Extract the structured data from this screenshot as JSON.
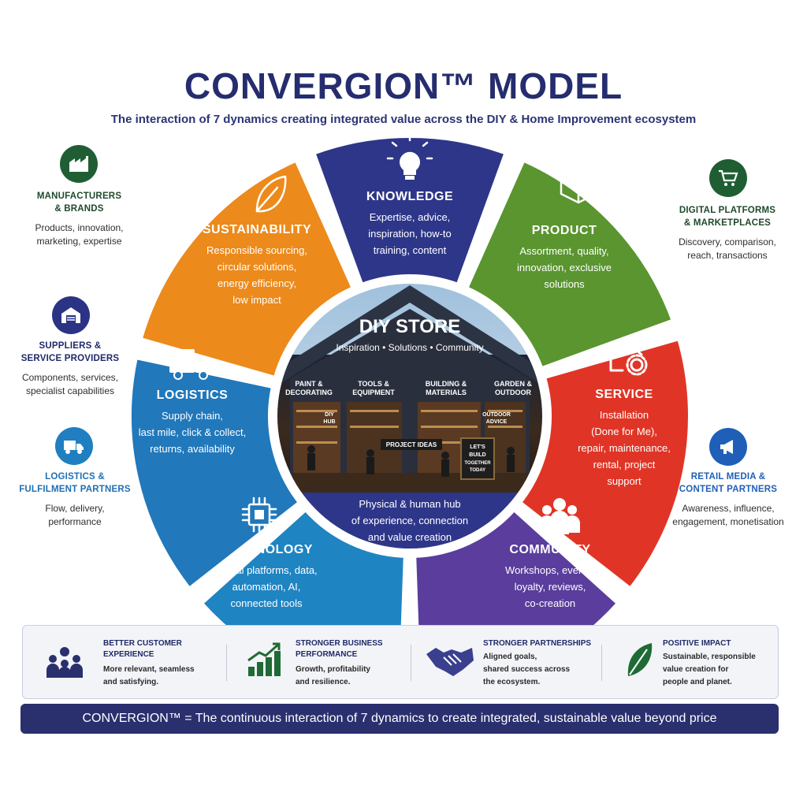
{
  "title": "CONVERGION™ MODEL",
  "subtitle": "The interaction of 7 dynamics creating integrated value across the DIY & Home Improvement ecosystem",
  "center": {
    "title": "DIY STORE",
    "tagline": "Inspiration • Solutions • Community",
    "zones": [
      {
        "line1": "PAINT &",
        "line2": "DECORATING"
      },
      {
        "line1": "TOOLS &",
        "line2": "EQUIPMENT"
      },
      {
        "line1": "BUILDING &",
        "line2": "MATERIALS"
      },
      {
        "line1": "GARDEN &",
        "line2": "OUTDOOR"
      }
    ],
    "diy_hub": {
      "line1": "DIY",
      "line2": "HUB"
    },
    "outdoor_advice": {
      "line1": "OUTDOOR",
      "line2": "ADVICE"
    },
    "project_ideas": "PROJECT IDEAS",
    "sign": {
      "line1": "LET'S",
      "line2": "BUILD",
      "line3": "TOGETHER",
      "line4": "TODAY"
    },
    "desc_lines": [
      "Physical & human hub",
      "of experience, connection",
      "and value creation"
    ]
  },
  "segments": [
    {
      "id": "knowledge",
      "label": "KNOWLEDGE",
      "icon": "lightbulb-icon",
      "color": "#2e3689",
      "lines": [
        "Expertise, advice,",
        "inspiration, how-to",
        "training, content"
      ]
    },
    {
      "id": "product",
      "label": "PRODUCT",
      "icon": "box-icon",
      "color": "#5a952f",
      "lines": [
        "Assortment, quality,",
        "innovation, exclusive",
        "solutions"
      ]
    },
    {
      "id": "service",
      "label": "SERVICE",
      "icon": "house-gear-icon",
      "color": "#e03526",
      "lines": [
        "Installation",
        "(Done for Me),",
        "repair, maintenance,",
        "rental, project",
        "support"
      ]
    },
    {
      "id": "community",
      "label": "COMMUNITY",
      "icon": "people-icon",
      "color": "#5a3d9c",
      "lines": [
        "Workshops, events,",
        "loyalty, reviews,",
        "co-creation"
      ]
    },
    {
      "id": "technology",
      "label": "TECHNOLOGY",
      "icon": "chip-icon",
      "color": "#1f84c2",
      "lines": [
        "Digital platforms, data,",
        "automation, AI,",
        "connected tools"
      ]
    },
    {
      "id": "logistics",
      "label": "LOGISTICS",
      "icon": "truck-icon",
      "color": "#2178bb",
      "lines": [
        "Supply chain,",
        "last mile, click & collect,",
        "returns, availability"
      ]
    },
    {
      "id": "sustainability",
      "label": "SUSTAINABILITY",
      "icon": "leaf-icon",
      "color": "#ec8a1b",
      "lines": [
        "Responsible sourcing,",
        "circular solutions,",
        "energy efficiency,",
        "low impact"
      ]
    }
  ],
  "partners": {
    "manufacturers": {
      "title_lines": [
        "MANUFACTURERS",
        "& BRANDS"
      ],
      "desc_lines": [
        "Products, innovation,",
        "marketing, expertise"
      ],
      "icon": "factory-icon",
      "color": "#1f5e33"
    },
    "suppliers": {
      "title_lines": [
        "SUPPLIERS &",
        "SERVICE PROVIDERS"
      ],
      "desc_lines": [
        "Components, services,",
        "specialist capabilities"
      ],
      "icon": "warehouse-icon",
      "color": "#2b3384"
    },
    "logistics": {
      "title_lines": [
        "LOGISTICS &",
        "FULFILMENT PARTNERS"
      ],
      "desc_lines": [
        "Flow, delivery,",
        "performance"
      ],
      "icon": "delivery-truck-icon",
      "color": "#1f7fc0"
    },
    "digital": {
      "title_lines": [
        "DIGITAL PLATFORMS",
        "& MARKETPLACES"
      ],
      "desc_lines": [
        "Discovery, comparison,",
        "reach, transactions"
      ],
      "icon": "cart-icon",
      "color": "#1f5e33"
    },
    "retail_media": {
      "title_lines": [
        "RETAIL MEDIA &",
        "CONTENT PARTNERS"
      ],
      "desc_lines": [
        "Awareness, influence,",
        "engagement, monetisation"
      ],
      "icon": "megaphone-icon",
      "color": "#1f5fb8"
    }
  },
  "benefits": [
    {
      "title_lines": [
        "BETTER CUSTOMER",
        "EXPERIENCE"
      ],
      "desc_lines": [
        "More relevant, seamless",
        "and satisfying."
      ],
      "icon": "customers-icon"
    },
    {
      "title_lines": [
        "STRONGER BUSINESS",
        "PERFORMANCE"
      ],
      "desc_lines": [
        "Growth, profitability",
        "and resilience."
      ],
      "icon": "growth-chart-icon"
    },
    {
      "title_lines": [
        "STRONGER PARTNERSHIPS"
      ],
      "desc_lines": [
        "Aligned goals,",
        "shared success across",
        "the ecosystem."
      ],
      "icon": "handshake-icon"
    },
    {
      "title_lines": [
        "POSITIVE IMPACT"
      ],
      "desc_lines": [
        "Sustainable, responsible",
        "value creation for",
        "people and planet."
      ],
      "icon": "leaf-icon"
    }
  ],
  "footer": "CONVERGION™ = The continuous interaction of 7 dynamics to create integrated, sustainable value beyond price"
}
